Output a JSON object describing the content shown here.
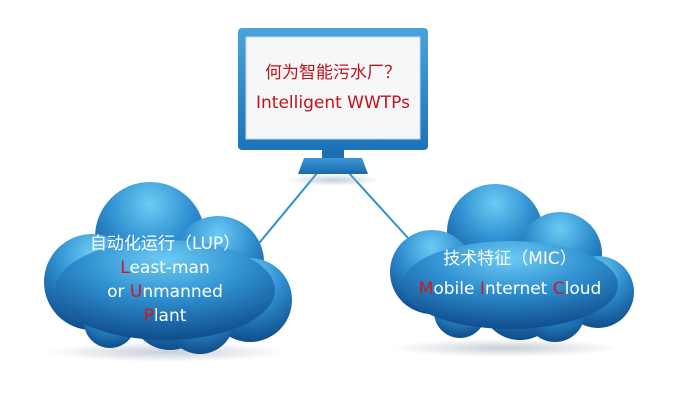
{
  "monitor": {
    "line1": "何为智能污水厂？",
    "line2": "Intelligent WWTPs"
  },
  "cloud_left": {
    "title": "自动化运行（LUP）",
    "line2_initial": "L",
    "line2_rest": "east-man",
    "line3_prefix": "or ",
    "line3_initial": "U",
    "line3_rest": "nmanned",
    "line4_initial": "P",
    "line4_rest": "lant"
  },
  "cloud_right": {
    "title": "技术特征（MIC）",
    "w1_initial": "M",
    "w1_rest": "obile ",
    "w2_initial": "I",
    "w2_rest": "nternet ",
    "w3_initial": "C",
    "w3_rest": "loud"
  },
  "colors": {
    "highlight": "#d6141c",
    "monitor_frame": "#2e86c6",
    "cloud_light": "#5ec2ef",
    "cloud_dark": "#0d4a86",
    "connector": "#2e8fcf"
  }
}
